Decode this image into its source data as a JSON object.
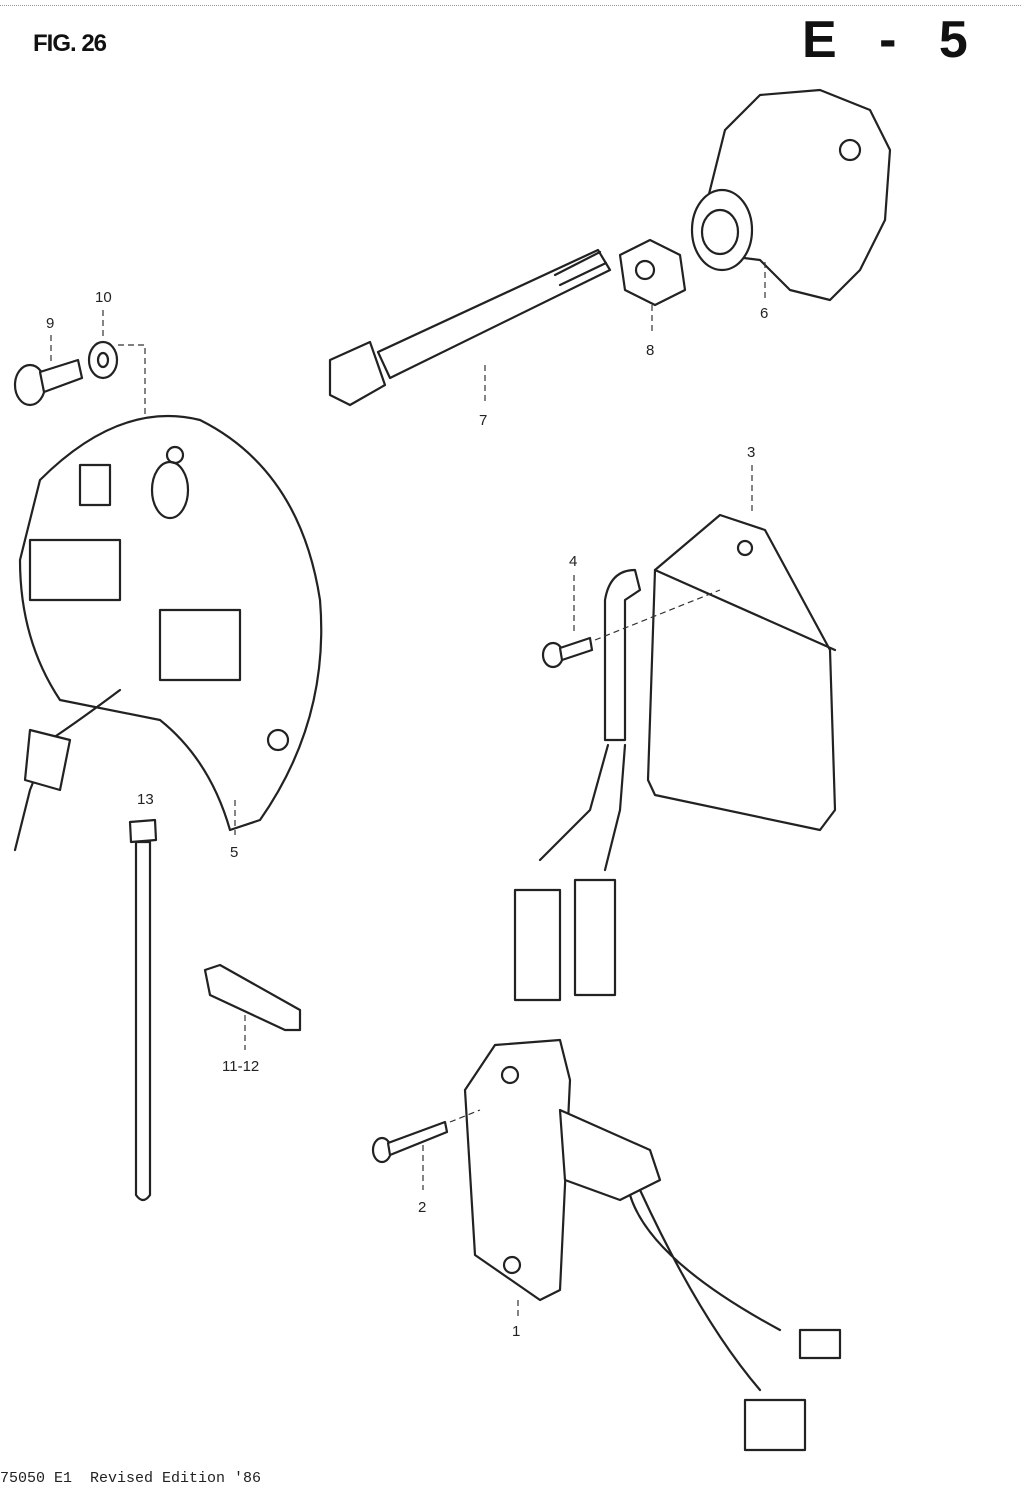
{
  "header": {
    "figure": "FIG. 26",
    "section_code": "E - 5"
  },
  "footer": {
    "text": "75050 E1  Revised Edition '86"
  },
  "callouts": {
    "p1": "1",
    "p2": "2",
    "p3": "3",
    "p4": "4",
    "p5": "5",
    "p6": "6",
    "p7": "7",
    "p8": "8",
    "p9": "9",
    "p10": "10",
    "p11_12": "11-12",
    "p13": "13"
  }
}
